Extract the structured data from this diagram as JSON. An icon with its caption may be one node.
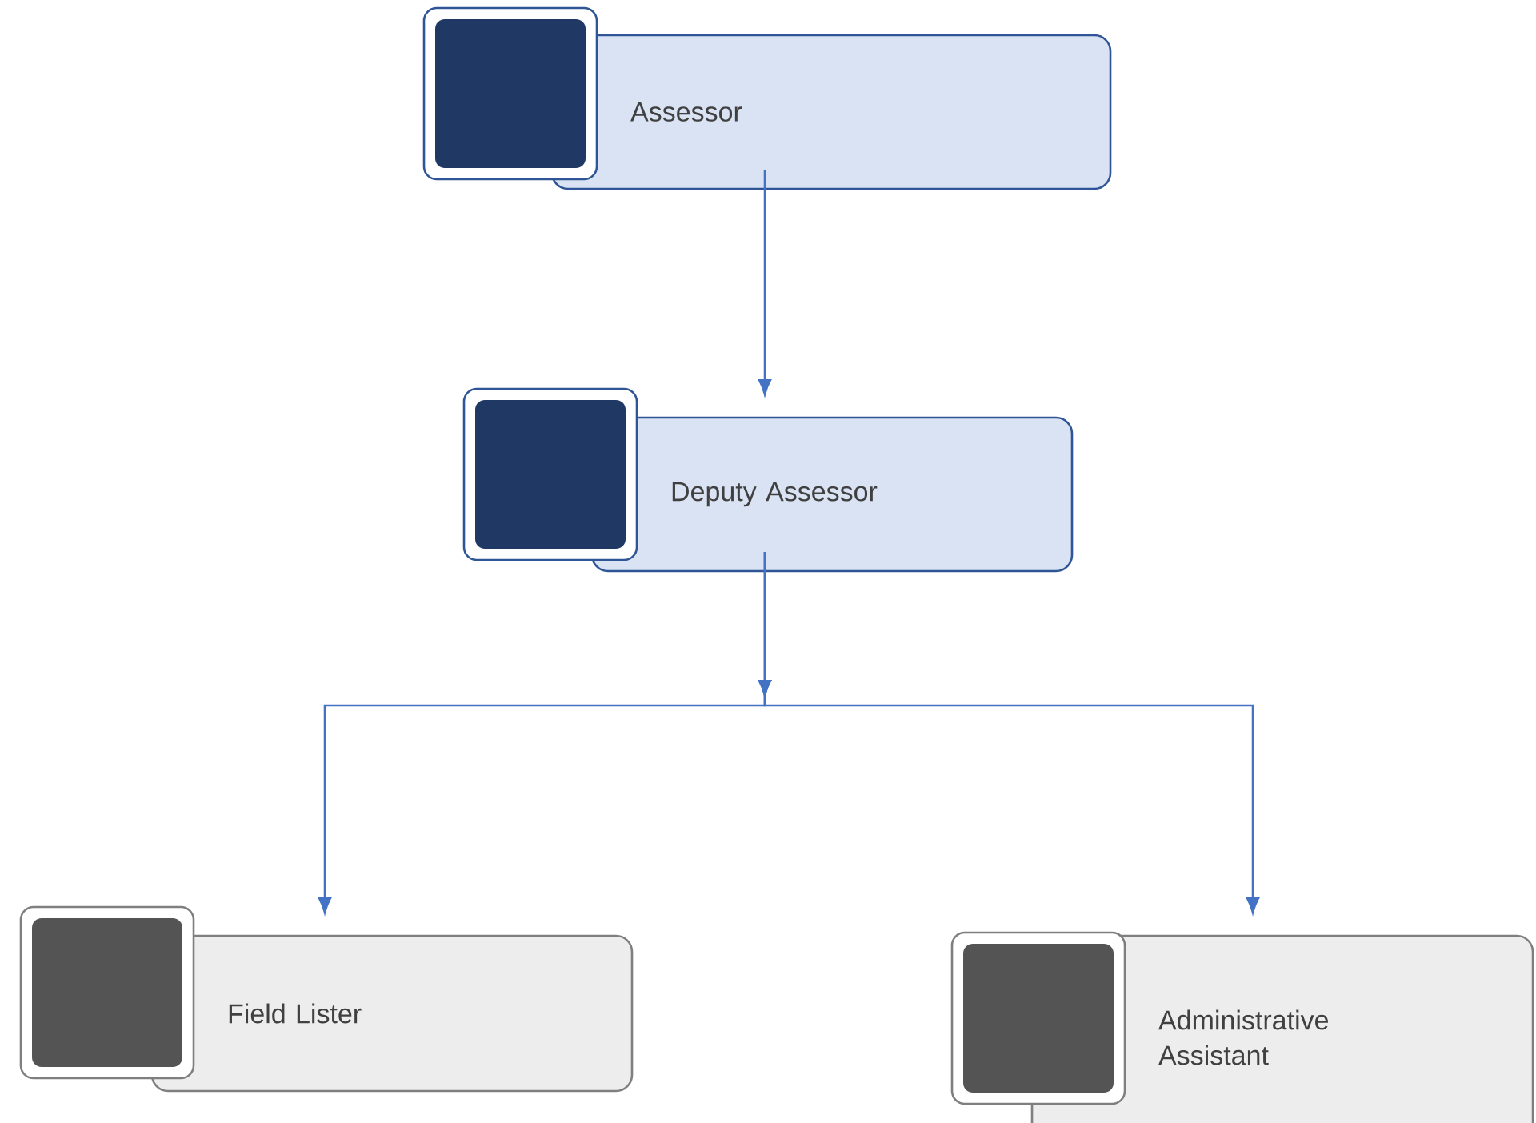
{
  "diagram": {
    "nodes": [
      {
        "text": [
          "Assessor"
        ]
      },
      {
        "text": [
          "Deputy Assessor"
        ]
      },
      {
        "text": [
          "Field Lister"
        ]
      },
      {
        "text": [
          "Administrative Assistant"
        ]
      }
    ],
    "edges": [
      {
        "from": 0,
        "to": 1,
        "arrow": "to"
      },
      {
        "from": 1,
        "to": 2,
        "arrow": "to"
      },
      {
        "from": 1,
        "to": 3,
        "arrow": "to"
      }
    ]
  }
}
